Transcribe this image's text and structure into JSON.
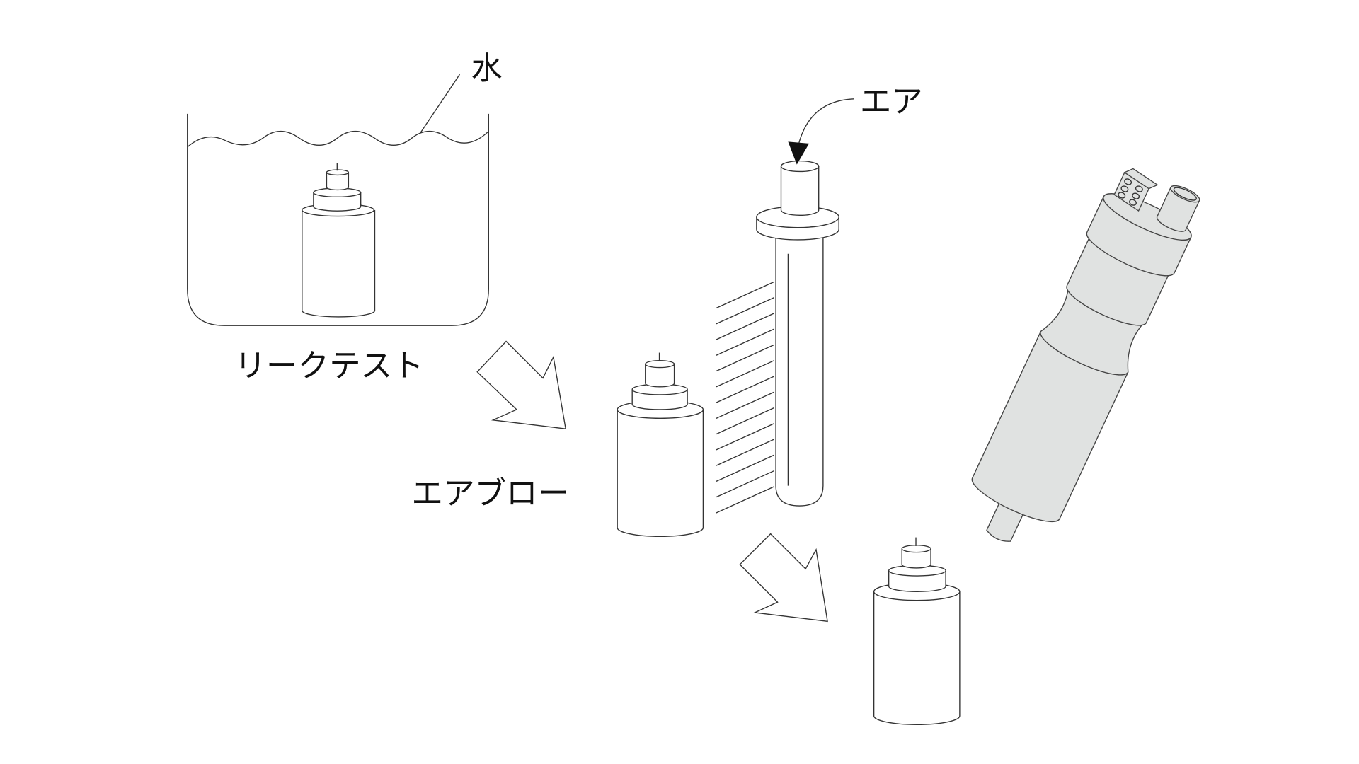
{
  "labels": {
    "water": "水",
    "air": "エア",
    "leak_test": "リークテスト",
    "air_blow": "エアブロー"
  }
}
